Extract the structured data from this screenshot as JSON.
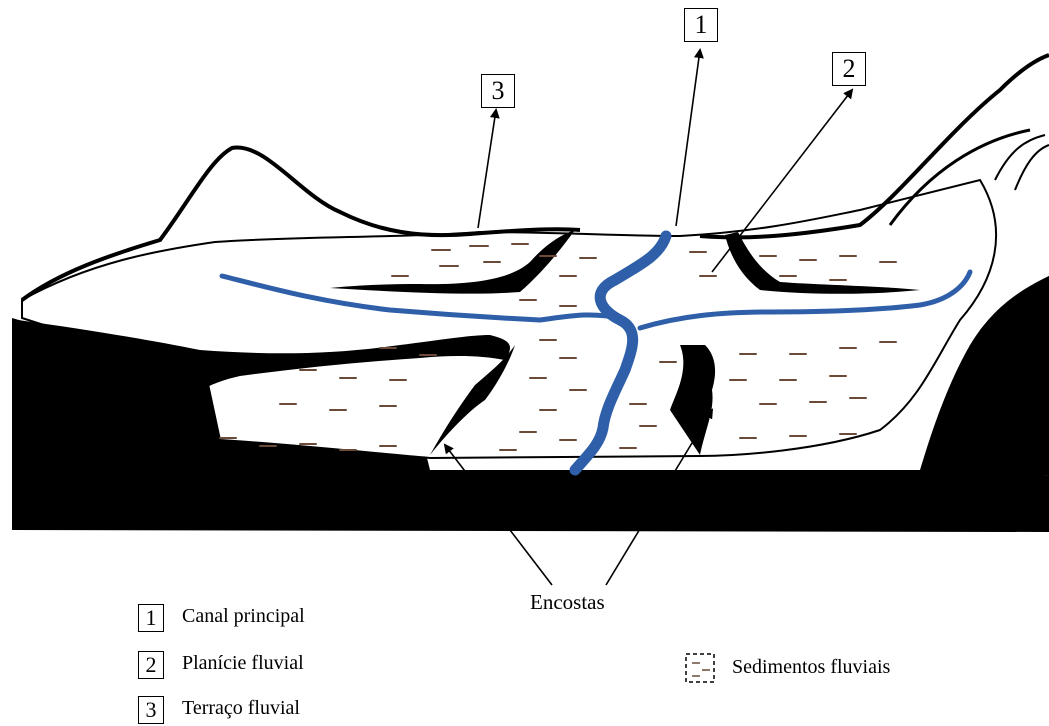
{
  "callouts": [
    {
      "number": "1"
    },
    {
      "number": "2"
    },
    {
      "number": "3"
    }
  ],
  "slope_label": "Encostas",
  "legend": [
    {
      "number": "1",
      "label": "Canal principal"
    },
    {
      "number": "2",
      "label": "Planície fluvial"
    },
    {
      "number": "3",
      "label": "Terraço fluvial"
    }
  ],
  "sediment_legend": {
    "label": "Sedimentos fluviais"
  },
  "colors": {
    "river": "#2f5fa8",
    "ink": "#000000",
    "sediment": "#6b4a3a"
  }
}
